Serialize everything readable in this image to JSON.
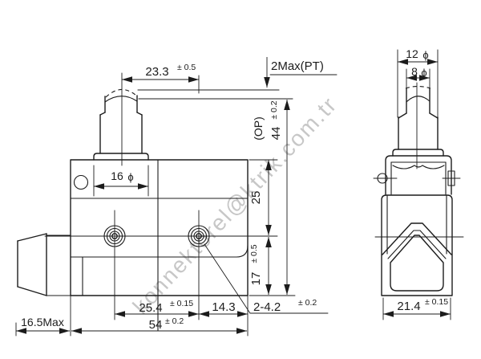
{
  "colors": {
    "line": "#1c1c1c",
    "watermark": "#9a9a9a",
    "background": "#ffffff"
  },
  "watermark": {
    "text": "konnektorel@ktrik.com.tr"
  },
  "drawing": {
    "front_view": {
      "plunger_to_hole": {
        "value": "23.3",
        "tol": "± 0.5"
      },
      "pretravel": {
        "label": "2Max(PT)"
      },
      "plunger_base_dia": {
        "value": "16",
        "unit": "ϕ"
      },
      "operating_height": {
        "value": "44",
        "tol": "± 0.2",
        "suffix": "(OP)"
      },
      "top_to_hole_center": {
        "value": "25"
      },
      "hole_to_base": {
        "value": "17",
        "tol": "± 0.5"
      },
      "hole_spacing": {
        "value": "25.4",
        "tol": "± 0.15"
      },
      "hole_to_edge": {
        "value": "14.3"
      },
      "mounting_holes": {
        "value": "2-4.2",
        "tol": "± 0.2"
      },
      "gland_length": {
        "value": "16.5Max"
      },
      "body_width": {
        "value": "54",
        "tol": "± 0.2"
      }
    },
    "side_view": {
      "plunger_guide_dia": {
        "value": "12",
        "unit": "ϕ"
      },
      "plunger_tip_dia": {
        "value": "8",
        "unit": "ϕ"
      },
      "body_depth": {
        "value": "21.4",
        "tol": "± 0.15"
      }
    }
  }
}
